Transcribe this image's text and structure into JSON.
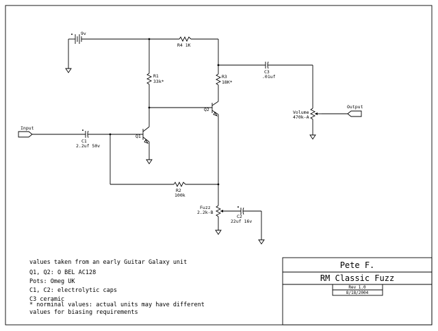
{
  "labels": {
    "battery": "9v",
    "r4": "R4 1K",
    "r1_name": "R1",
    "r1_val": "33k*",
    "r3_name": "R3",
    "r3_val": "18K*",
    "c3_name": "C3",
    "c3_val": ".01uf",
    "q2": "Q2",
    "q1": "Q1",
    "volume_name": "Volume",
    "volume_val": "470k-A",
    "output": "Output",
    "input": "Input",
    "c1_name": "C1",
    "c1_val": "2.2uf 50v",
    "r2_name": "R2",
    "r2_val": "100k",
    "fuzz_name": "Fuzz",
    "fuzz_val": "2.2k-B",
    "c2_name": "C2",
    "c2_val": "22uf 16v"
  },
  "notes": [
    "values taken from an early Guitar Galaxy unit",
    "Q1, Q2:  O BEL AC128",
    "Pots: Omeg UK",
    "C1, C2: electrolytic caps",
    "C3  ceramic",
    "* norminal values: actual units may have different",
    "values for biasing requirements"
  ],
  "title_block": {
    "author": "Pete F.",
    "title": "RM Classic Fuzz",
    "rev": "Rev 1.0",
    "date": "8/18/2004"
  }
}
